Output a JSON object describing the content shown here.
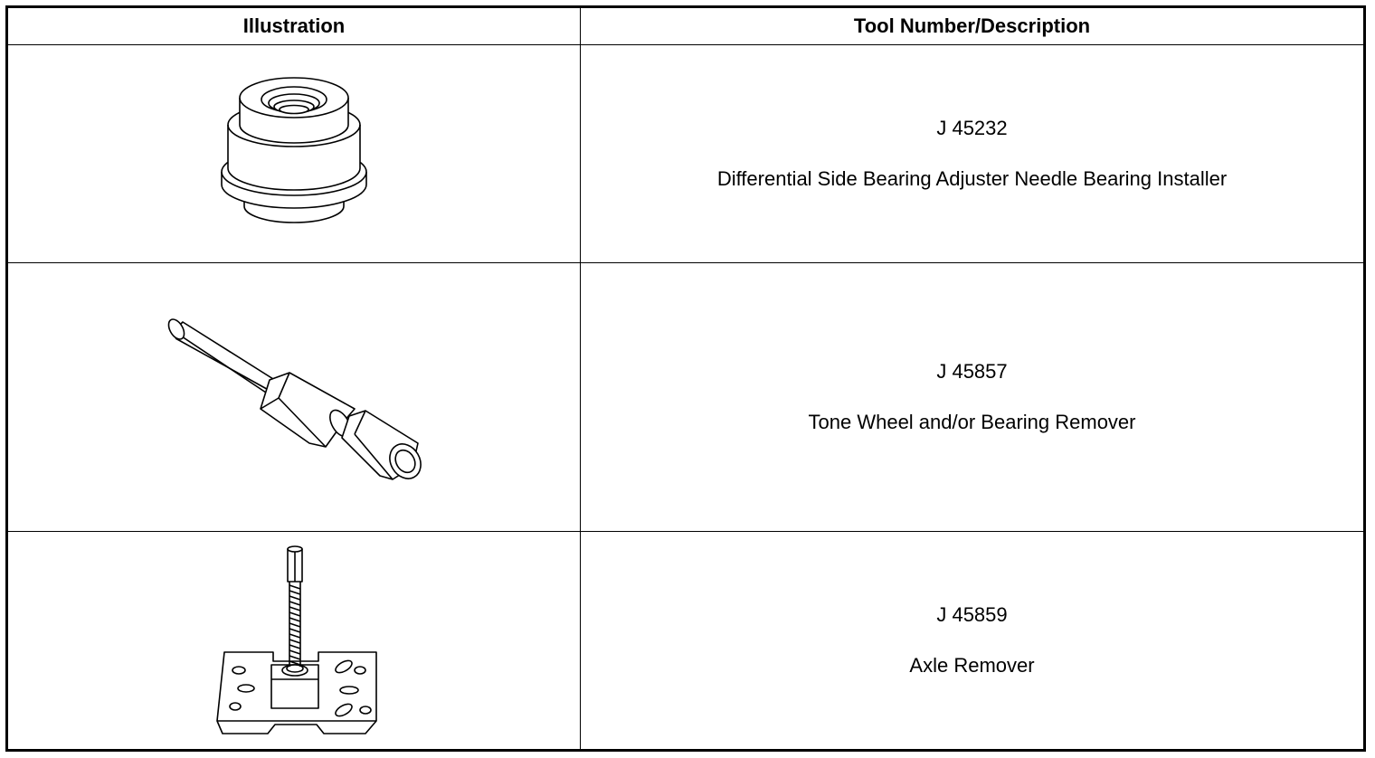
{
  "table": {
    "headers": {
      "illustration": "Illustration",
      "tool": "Tool Number/Description"
    },
    "rows": [
      {
        "number": "J 45232",
        "description": "Differential Side Bearing Adjuster Needle Bearing Installer",
        "icon": "bearing-installer-icon"
      },
      {
        "number": "J 45857",
        "description": "Tone Wheel and/or Bearing Remover",
        "icon": "bearing-remover-icon"
      },
      {
        "number": "J 45859",
        "description": "Axle Remover",
        "icon": "axle-remover-icon"
      }
    ]
  }
}
